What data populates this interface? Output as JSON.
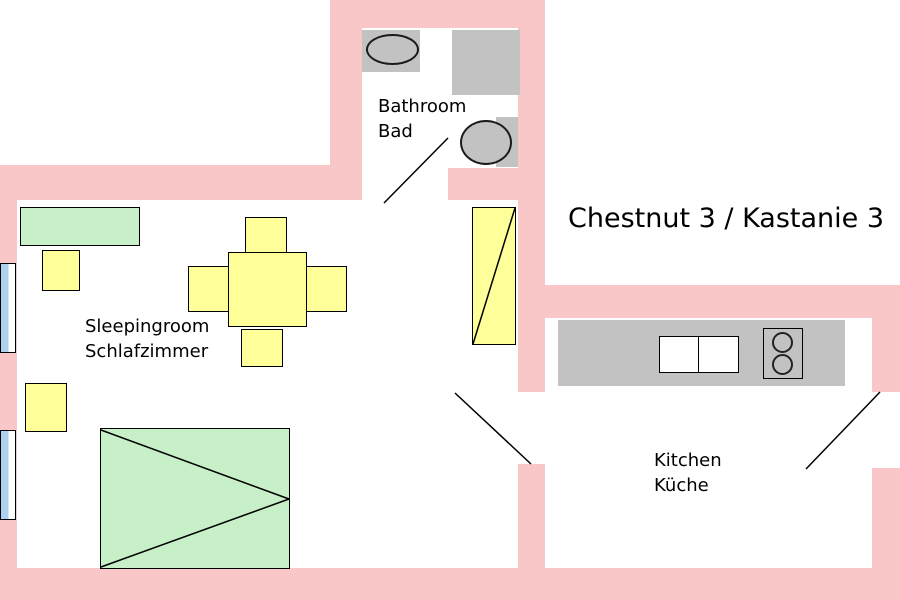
{
  "title": "Chestnut 3 / Kastanie 3",
  "rooms": {
    "bathroom": {
      "name_en": "Bathroom",
      "name_de": "Bad"
    },
    "sleepingroom": {
      "name_en": "Sleepingroom",
      "name_de": "Schlafzimmer"
    },
    "kitchen": {
      "name_en": "Kitchen",
      "name_de": "Küche"
    }
  },
  "colors": {
    "wall": "#f9c7c7",
    "furniture_yellow": "#ffff99",
    "furniture_green": "#c8f0c8",
    "fixture_gray": "#c2c2c2",
    "window_blue": "#aed0f0",
    "line": "#000000"
  }
}
